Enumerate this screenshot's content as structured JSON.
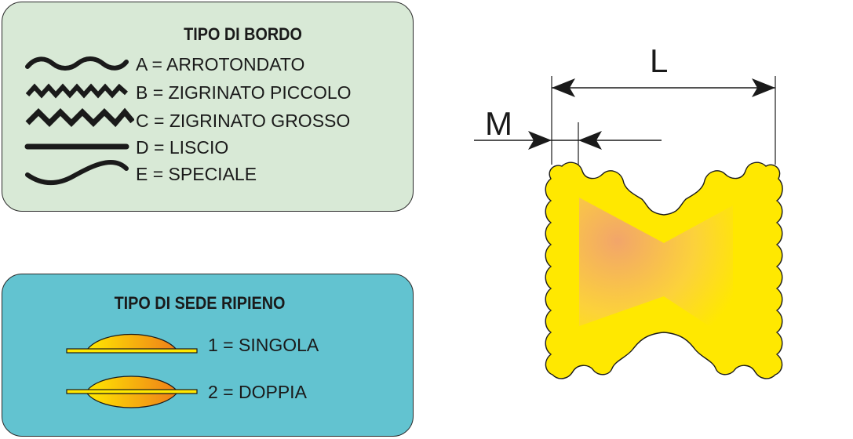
{
  "edge_panel": {
    "title": "TIPO DI BORDO",
    "items": [
      {
        "icon": "rounded-wave-icon",
        "label": "A = ARROTONDATO"
      },
      {
        "icon": "small-zigzag-icon",
        "label": "B = ZIGRINATO PICCOLO"
      },
      {
        "icon": "large-zigzag-icon",
        "label": "C = ZIGRINATO GROSSO"
      },
      {
        "icon": "straight-line-icon",
        "label": "D = LISCIO"
      },
      {
        "icon": "s-curve-icon",
        "label": "E = SPECIALE"
      }
    ]
  },
  "filling_panel": {
    "title": "TIPO DI SEDE RIPIENO",
    "items": [
      {
        "icon": "single-lens-icon",
        "label": "1 = SINGOLA"
      },
      {
        "icon": "double-lens-icon",
        "label": "2 = DOPPIA"
      }
    ]
  },
  "dimensions": {
    "length_label": "L",
    "margin_label": "M"
  },
  "colors": {
    "edge_panel_bg": "#d8e9d6",
    "filling_panel_bg": "#62c3d0",
    "pasta_fill": "#ffe800",
    "filling_gradient_start": "#f2a56a",
    "filling_gradient_end": "#ffe800"
  }
}
